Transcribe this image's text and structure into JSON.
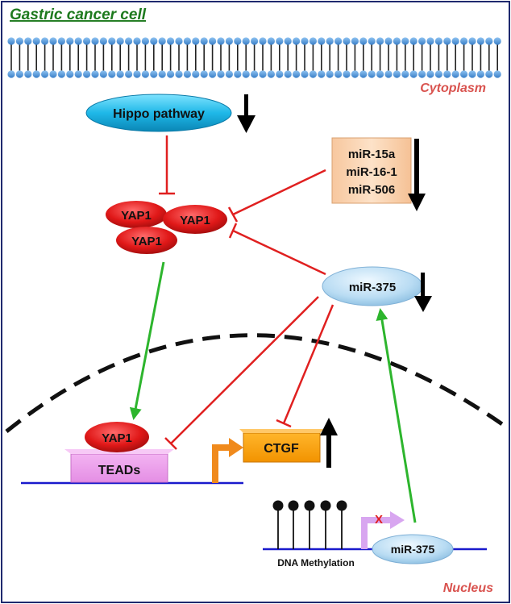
{
  "title": "Gastric cancer cell",
  "compartments": {
    "cytoplasm": "Cytoplasm",
    "nucleus": "Nucleus"
  },
  "nodes": {
    "hippo": "Hippo pathway",
    "yap1_a": "YAP1",
    "yap1_b": "YAP1",
    "yap1_c": "YAP1",
    "mirna_box": [
      "miR-15a",
      "miR-16-1",
      "miR-506"
    ],
    "mir375_cyto": "miR-375",
    "yap1_nuc": "YAP1",
    "teads": "TEADs",
    "ctgf": "CTGF",
    "mir375_gene": "miR-375",
    "dna_methylation": "DNA Methylation",
    "blocked_mark": "X"
  },
  "colors": {
    "frame": "#1f2a6e",
    "title": "#1e7a1e",
    "compartment_label": "#d9534f",
    "inhibition": "#e02020",
    "activation": "#2db52d",
    "membrane": "#4a90d9",
    "dna": "#1a1acc",
    "arrow_change": "#000000"
  },
  "changes": {
    "hippo": "down",
    "mirna_box": "down",
    "mir375_cyto": "down",
    "ctgf": "up"
  }
}
